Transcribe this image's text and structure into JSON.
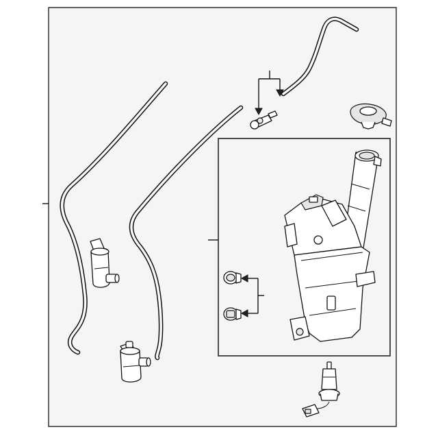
{
  "diagram": {
    "parts": [
      {
        "id": "main-frame"
      },
      {
        "id": "reservoir-inset"
      },
      {
        "id": "washer-hose-left"
      },
      {
        "id": "washer-hose-middle"
      },
      {
        "id": "washer-hose-top"
      },
      {
        "id": "hose-connector"
      },
      {
        "id": "reservoir-cap"
      },
      {
        "id": "washer-pump-upper"
      },
      {
        "id": "washer-pump-lower"
      },
      {
        "id": "grommet-upper"
      },
      {
        "id": "grommet-lower"
      },
      {
        "id": "washer-reservoir"
      },
      {
        "id": "level-sensor"
      }
    ]
  }
}
